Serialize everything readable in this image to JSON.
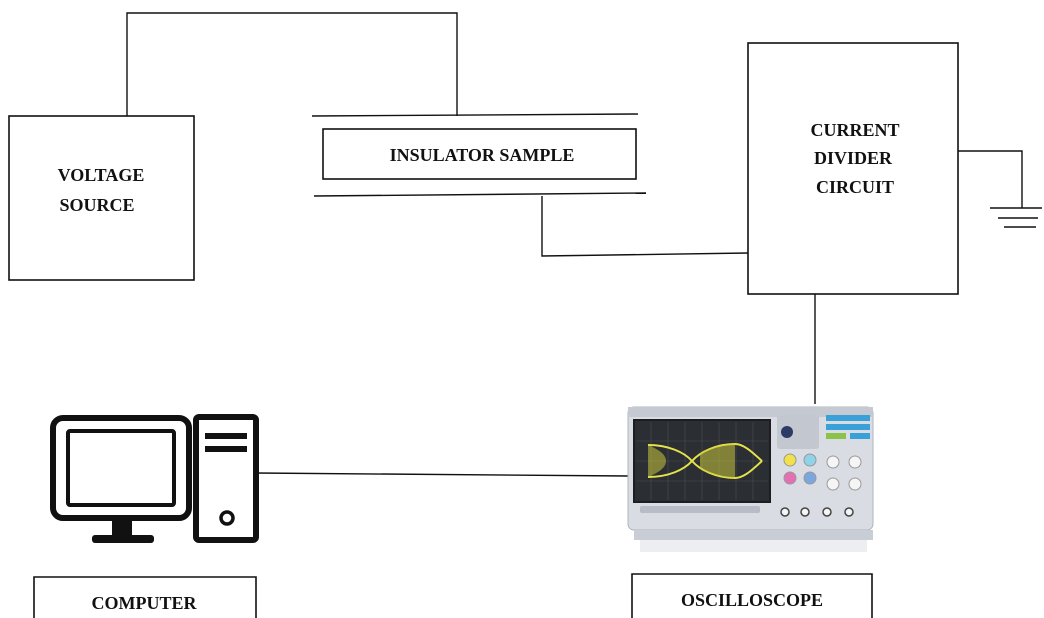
{
  "blocks": {
    "voltage_source": {
      "line1": "VOLTAGE",
      "line2": "SOURCE"
    },
    "insulator_sample": {
      "label": "INSULATOR SAMPLE"
    },
    "current_divider": {
      "line1": "CURRENT",
      "line2": "DIVIDER",
      "line3": "CIRCUIT"
    },
    "computer": {
      "label": "COMPUTER"
    },
    "oscilloscope": {
      "label": "OSCILLOSCOPE"
    }
  },
  "colors": {
    "line": "#111111",
    "scope_body": "#d9dce3",
    "scope_screen": "#2b2f33",
    "waveform": "#e6e34a"
  }
}
